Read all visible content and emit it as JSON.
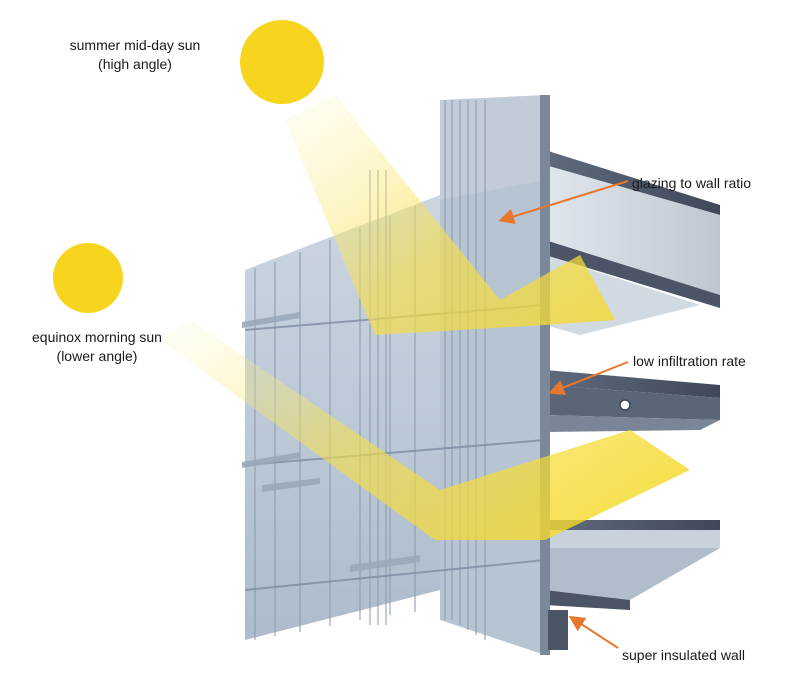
{
  "suns": {
    "summer": {
      "line1": "summer mid-day sun",
      "line2": "(high angle)"
    },
    "equinox": {
      "line1": "equinox morning sun",
      "line2": "(lower angle)"
    }
  },
  "callouts": {
    "glazing": "glazing to wall ratio",
    "infiltration": "low infiltration rate",
    "insulated": "super insulated wall"
  },
  "colors": {
    "sun": "#f7d51f",
    "sun_beam": "#f6e15a",
    "arrow": "#e8772e",
    "glass": "#b9c7d6",
    "frame": "#6b7c90",
    "slab": "#4b5566"
  }
}
